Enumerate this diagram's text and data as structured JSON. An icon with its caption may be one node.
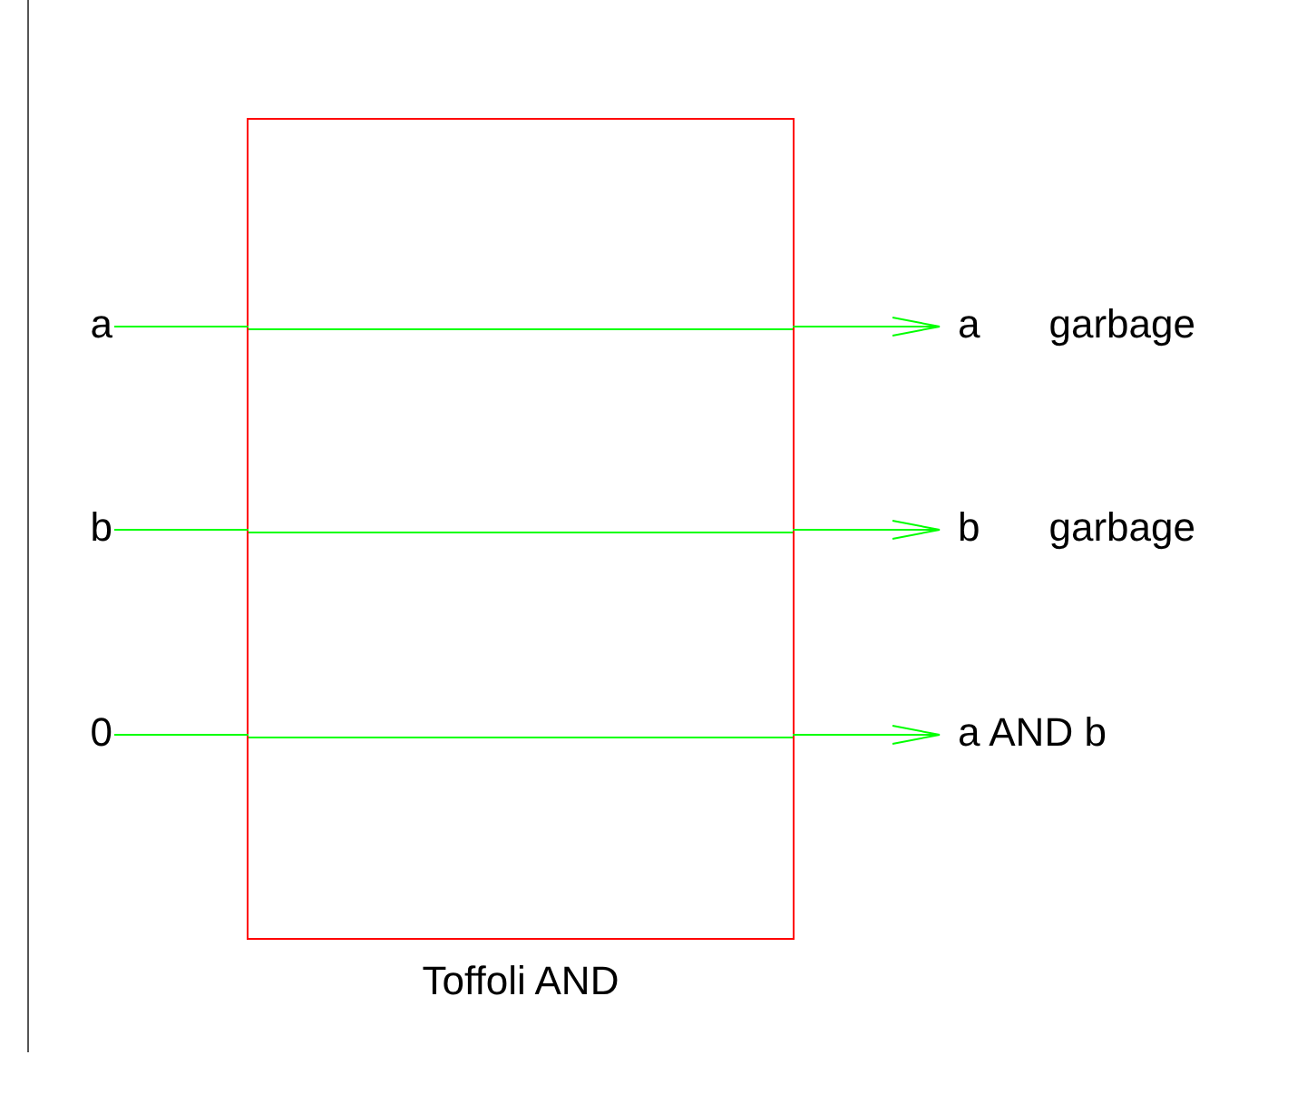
{
  "diagram": {
    "nodes": [
      {
        "text": [
          "a"
        ]
      },
      {
        "text": [
          "b"
        ]
      },
      {
        "text": [
          "0"
        ]
      },
      {
        "text": [
          "Toffoli AND"
        ]
      },
      {
        "text": [
          "a"
        ],
        "beside": [
          "garbage"
        ]
      },
      {
        "text": [
          "b"
        ],
        "beside": [
          "garbage"
        ]
      },
      {
        "text": [
          "a AND b"
        ]
      }
    ],
    "edges": [
      {
        "from": 0,
        "to": 3,
        "arrow": "none",
        "color": "#00ff00"
      },
      {
        "from": 3,
        "to": 4,
        "arrow": "to",
        "color": "#00ff00"
      },
      {
        "from": 1,
        "to": 3,
        "arrow": "none",
        "color": "#00ff00"
      },
      {
        "from": 3,
        "to": 5,
        "arrow": "to",
        "color": "#00ff00"
      },
      {
        "from": 2,
        "to": 3,
        "arrow": "none",
        "color": "#00ff00"
      },
      {
        "from": 3,
        "to": 6,
        "arrow": "to",
        "color": "#00ff00"
      }
    ]
  }
}
